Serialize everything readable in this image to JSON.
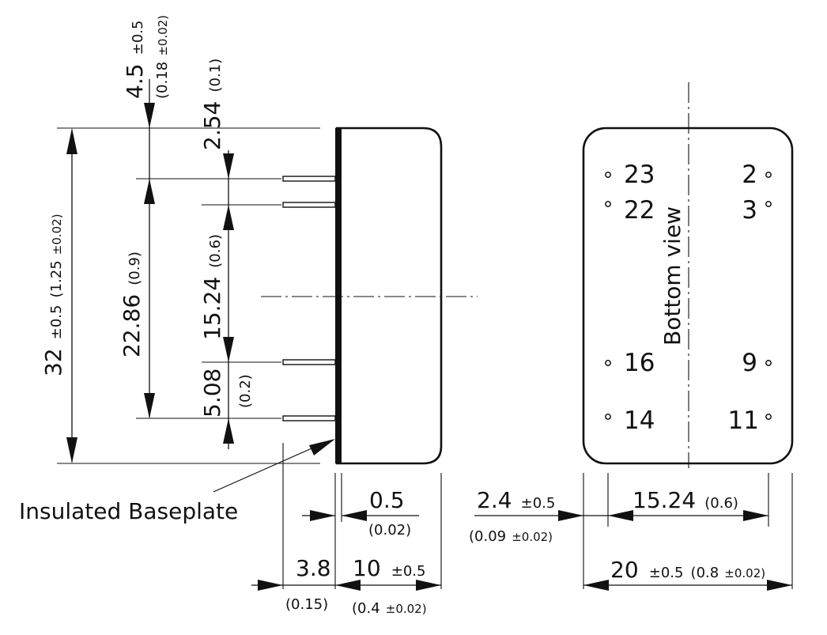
{
  "side_view": {
    "dims": {
      "height_total": "32",
      "height_total_tol": "±0.5",
      "height_total_in": "(1.25",
      "height_total_in_tol": "±0.02)",
      "top_offset": "4.5",
      "top_offset_tol": "±0.5",
      "top_offset_in": "(0.18",
      "top_offset_in_tol": "±0.02)",
      "pin_pitch_a": "2.54",
      "pin_pitch_a_in": "(0.1)",
      "pin_span": "22.86",
      "pin_span_in": "(0.9)",
      "pin_gap": "15.24",
      "pin_gap_in": "(0.6)",
      "pin_pitch_b": "5.08",
      "pin_pitch_b_in": "(0.2)",
      "baseplate_t": "0.5",
      "baseplate_t_in": "(0.02)",
      "pin_length": "3.8",
      "pin_length_in": "(0.15)",
      "depth": "10",
      "depth_tol": "±0.5",
      "depth_in": "(0.4",
      "depth_in_tol": "±0.02)"
    },
    "callout": "Insulated Baseplate"
  },
  "bottom_view": {
    "label": "Bottom view",
    "pins": [
      "23",
      "22",
      "16",
      "14",
      "2",
      "3",
      "9",
      "11"
    ],
    "dims": {
      "edge_offset": "2.4",
      "edge_offset_tol": "±0.5",
      "edge_offset_in": "(0.09",
      "edge_offset_in_tol": "±0.02)",
      "pin_row_span": "15.24",
      "pin_row_span_in": "(0.6)",
      "width": "20",
      "width_tol": "±0.5",
      "width_in": "(0.8",
      "width_in_tol": "±0.02)"
    }
  }
}
